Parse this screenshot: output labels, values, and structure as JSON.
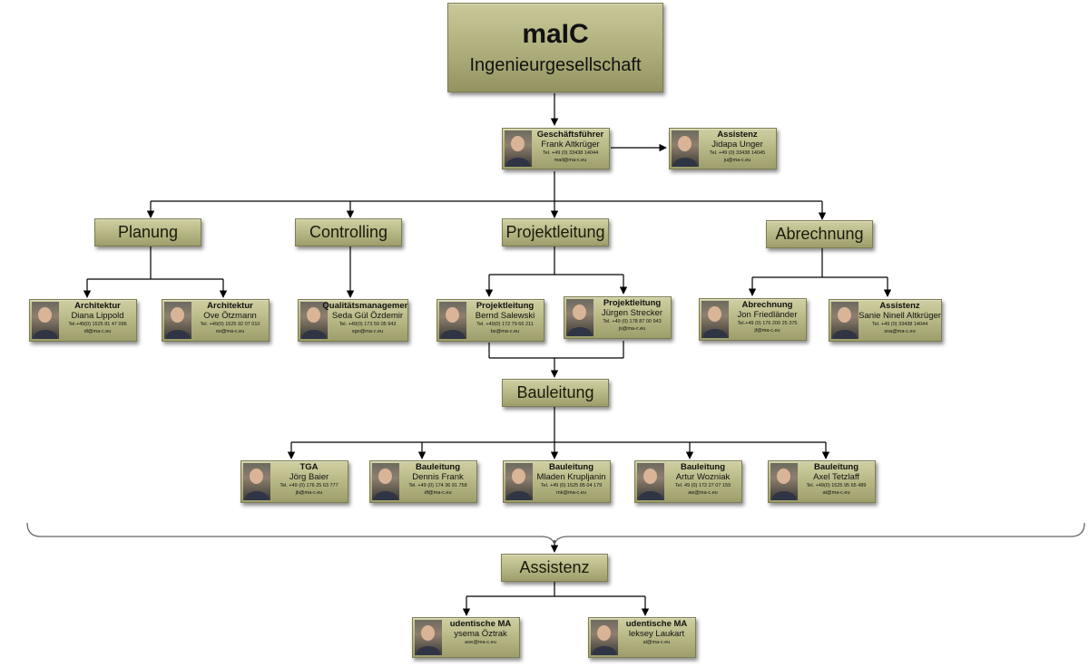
{
  "company": {
    "name": "maIC",
    "subtitle": "Ingenieurgesellschaft"
  },
  "management": {
    "ceo": {
      "role": "Geschäftsführer",
      "name": "Frank Altkrüger",
      "tel": "Tel. +49 (0) 33438 14044",
      "email": "mail@ma-c.eu"
    },
    "assistant": {
      "role": "Assistenz",
      "name": "Jidapa Unger",
      "tel": "Tel. +49 (0) 33438 14045",
      "email": "ju@ma-c.eu"
    }
  },
  "departments": {
    "planung": "Planung",
    "controlling": "Controlling",
    "projektleitung": "Projektleitung",
    "abrechnung": "Abrechnung",
    "bauleitung": "Bauleitung",
    "assistenz": "Assistenz"
  },
  "people": {
    "lippold": {
      "role": "Architektur",
      "name": "Diana Lippold",
      "tel": "Tel.+49(0) 1525 81 47 096",
      "email": "dl@ma-c.eu"
    },
    "oetzmann": {
      "role": "Architektur",
      "name": "Ove Ötzmann",
      "tel": "Tel. +49(0) 1525 92 07 010",
      "email": "oo@ma-c.eu"
    },
    "oezdemir": {
      "role": "Qualitätsmanagement",
      "name": "Seda Gül Özdemir",
      "tel": "Tel. +49(0) 173 59 05 943",
      "email": "sgo@ma-c.eu"
    },
    "salewski": {
      "role": "Projektleitung",
      "name": "Bernd Salewski",
      "tel": "Tel. +49(0) 172 79 66 211",
      "email": "bs@ma-c.eu"
    },
    "strecker": {
      "role": "Projektleitung",
      "name": "Jürgen Strecker",
      "tel": "Tel. +49 (0) 178 87 00 943",
      "email": "js@ma-c.eu"
    },
    "friedlaender": {
      "role": "Abrechnung",
      "name": "Jon Friedländer",
      "tel": "Tel.+49 (0) 176 200 25 375",
      "email": "jf@ma-c.eu"
    },
    "altkrueger_s": {
      "role": "Assistenz",
      "name": "Sanie Ninell Altkrüger",
      "tel": "Tel. +49 (0) 33438 14044",
      "email": "sna@ma-c.eu"
    },
    "baier": {
      "role": "TGA",
      "name": "Jörg Baier",
      "tel": "Tel. +49 (0) 176 25 63 777",
      "email": "jb@ma-c.eu"
    },
    "frank": {
      "role": "Bauleitung",
      "name": "Dennis Frank",
      "tel": "Tel. +49 (0) 174 36 91 758",
      "email": "df@ma-c.eu"
    },
    "krupljanin": {
      "role": "Bauleitung",
      "name": "Mladen Krupljanin",
      "tel": "Tel. +49 (0) 1525 85 04 179",
      "email": "mk@ma-c.eu"
    },
    "wozniak": {
      "role": "Bauleitung",
      "name": "Artur Wozniak",
      "tel": "Tel. 49 (0) 172 27 07 159",
      "email": "aw@ma-c.eu"
    },
    "tetzlaff": {
      "role": "Bauleitung",
      "name": "Axel Tetzlaff",
      "tel": "Tel. +49(0) 1525 95 65 489",
      "email": "at@ma-c.eu"
    },
    "oeztrak": {
      "role": "udentische MA",
      "name": "ysema Öztrak",
      "email": "aoe@ma-c.eu"
    },
    "laukart": {
      "role": "udentische MA",
      "name": "leksey Laukart",
      "email": "al@ma-c.eu"
    }
  }
}
